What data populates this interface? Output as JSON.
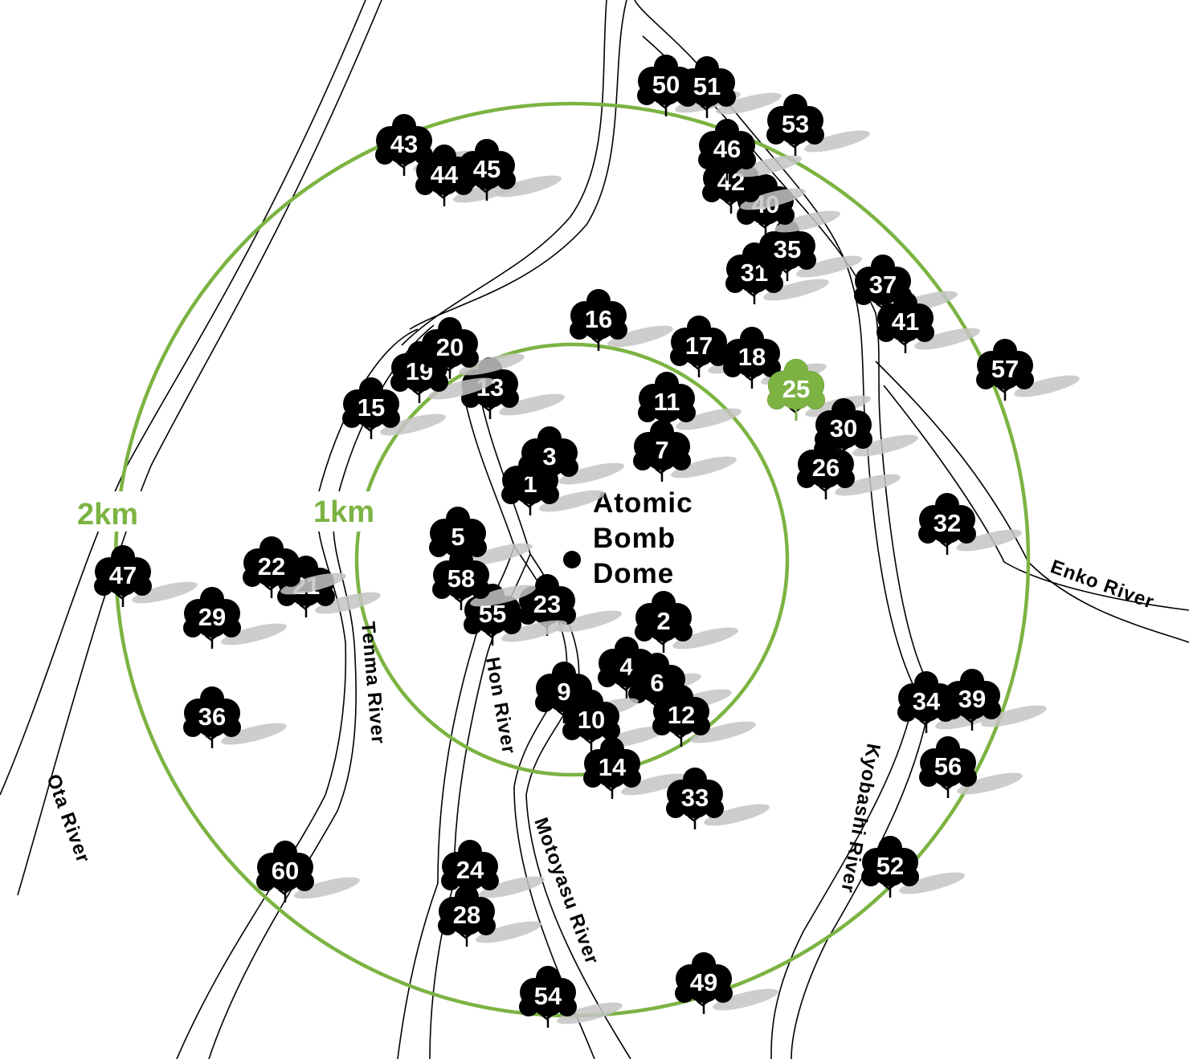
{
  "map": {
    "landmark": {
      "lines": [
        "Atomic",
        "Bomb",
        "Dome"
      ]
    },
    "rings": [
      {
        "id": "ring-1km",
        "label": "1km"
      },
      {
        "id": "ring-2km",
        "label": "2km"
      }
    ],
    "rivers": [
      {
        "id": "ota",
        "label": "Ota River"
      },
      {
        "id": "tenma",
        "label": "Tenma River"
      },
      {
        "id": "hon",
        "label": "Hon River"
      },
      {
        "id": "motoyasu",
        "label": "Motoyasu River"
      },
      {
        "id": "kyobashi",
        "label": "Kyobashi River"
      },
      {
        "id": "enko",
        "label": "Enko River"
      }
    ],
    "colors": {
      "ring": "#7cb342",
      "highlight_tree": "#7cb342",
      "tree": "#000000",
      "shadow": "#c4c4c4"
    },
    "trees": [
      {
        "num": "1"
      },
      {
        "num": "2"
      },
      {
        "num": "3"
      },
      {
        "num": "4"
      },
      {
        "num": "5"
      },
      {
        "num": "6"
      },
      {
        "num": "7"
      },
      {
        "num": "9"
      },
      {
        "num": "10"
      },
      {
        "num": "11"
      },
      {
        "num": "12"
      },
      {
        "num": "13"
      },
      {
        "num": "14"
      },
      {
        "num": "15"
      },
      {
        "num": "16"
      },
      {
        "num": "17"
      },
      {
        "num": "18"
      },
      {
        "num": "19"
      },
      {
        "num": "20"
      },
      {
        "num": "21"
      },
      {
        "num": "22"
      },
      {
        "num": "23"
      },
      {
        "num": "24"
      },
      {
        "num": "25",
        "highlight": true
      },
      {
        "num": "26"
      },
      {
        "num": "28"
      },
      {
        "num": "29"
      },
      {
        "num": "30"
      },
      {
        "num": "31"
      },
      {
        "num": "32"
      },
      {
        "num": "33"
      },
      {
        "num": "34"
      },
      {
        "num": "35"
      },
      {
        "num": "36"
      },
      {
        "num": "37"
      },
      {
        "num": "39"
      },
      {
        "num": "40"
      },
      {
        "num": "41"
      },
      {
        "num": "42"
      },
      {
        "num": "43"
      },
      {
        "num": "44"
      },
      {
        "num": "45"
      },
      {
        "num": "46"
      },
      {
        "num": "47"
      },
      {
        "num": "49"
      },
      {
        "num": "50"
      },
      {
        "num": "51"
      },
      {
        "num": "52"
      },
      {
        "num": "53"
      },
      {
        "num": "54"
      },
      {
        "num": "55"
      },
      {
        "num": "56"
      },
      {
        "num": "57"
      },
      {
        "num": "58"
      },
      {
        "num": "60"
      }
    ]
  }
}
